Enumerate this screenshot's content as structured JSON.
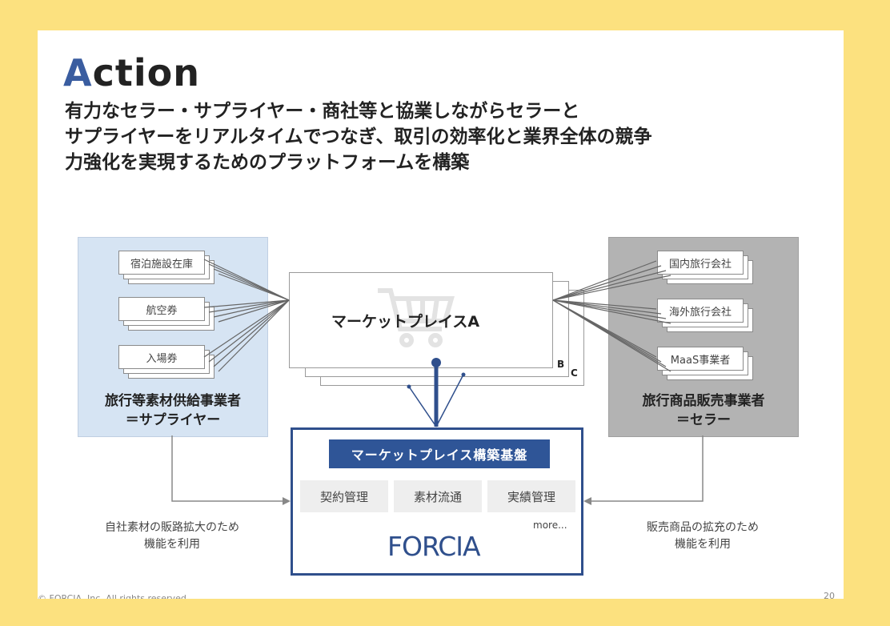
{
  "slide": {
    "title_first_letter": "A",
    "title_rest": "ction",
    "subtitle": "有力なセラー・サプライヤー・商社等と協業しながらセラーと\nサプライヤーをリアルタイムでつなぎ、取引の効率化と業界全体の競争\n力強化を実現するためのプラットフォームを構築",
    "accent_color": "#3a5da0"
  },
  "supplier": {
    "items": [
      "宿泊施設在庫",
      "航空券",
      "入場券"
    ],
    "label": "旅行等素材供給事業者\n＝サプライヤー",
    "note": "自社素材の販路拡大のため\n機能を利用",
    "color": "#d6e4f3"
  },
  "seller": {
    "items": [
      "国内旅行会社",
      "海外旅行会社",
      "MaaS事業者"
    ],
    "label": "旅行商品販売事業者\n＝セラー",
    "note": "販売商品の拡充のため\n機能を利用",
    "color": "#b3b3b3"
  },
  "marketplace": {
    "label": "マーケットプレイスA",
    "layer_b": "B",
    "layer_c": "C",
    "icon": "shopping-cart-icon"
  },
  "platform": {
    "header": "マーケットプレイス構築基盤",
    "modules": [
      "契約管理",
      "素材流通",
      "実績管理"
    ],
    "more": "more...",
    "logo_text": "FORCIA",
    "color": "#2f5597"
  },
  "footer": {
    "copyright": "© FORCIA, Inc. All rights reserved.",
    "page_number": "20"
  }
}
